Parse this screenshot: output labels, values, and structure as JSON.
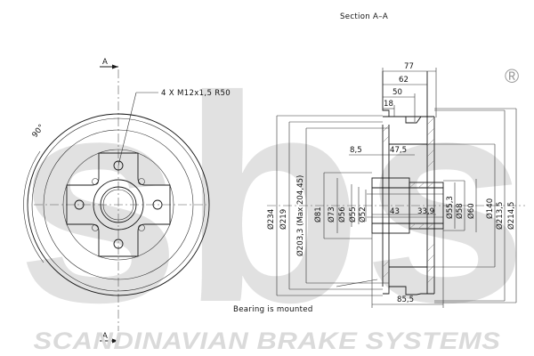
{
  "watermark": {
    "logo_text": "sbs",
    "registered_mark": "®",
    "brand_name": "SCANDINAVIAN BRAKE SYSTEMS",
    "color": "#dadada"
  },
  "front_view": {
    "section_marker_top": "A",
    "section_marker_bottom": "A",
    "angle_label": "90°",
    "bolt_callout": "4 X M12x1,5 R50"
  },
  "section_view": {
    "title": "Section A–A",
    "note": "Bearing is mounted",
    "top_dims": [
      "77",
      "62",
      "50",
      "18"
    ],
    "inner_dims": [
      "8,5",
      "47,5",
      "43",
      "33,9"
    ],
    "bottom_dim": "85,5",
    "left_diameters": [
      "Ø234",
      "Ø219",
      "Ø203,3 (Max 204,45)",
      "Ø81",
      "Ø73",
      "Ø56",
      "Ø55",
      "Ø52"
    ],
    "right_diameters": [
      "Ø55,3",
      "Ø58",
      "Ø60",
      "Ø140",
      "Ø213,5",
      "Ø214,5"
    ]
  },
  "colors": {
    "line": "#1a1a1a",
    "centerline": "#555555",
    "background": "#ffffff"
  }
}
